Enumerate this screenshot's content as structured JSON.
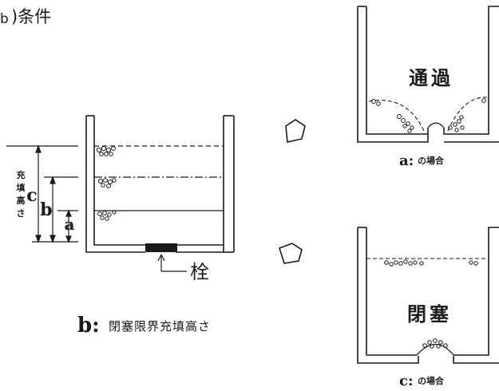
{
  "heading": ")条件",
  "heading_subscript": "b",
  "left_diagram": {
    "side_label_chars": [
      "充",
      "填",
      "高",
      "さ"
    ],
    "level_c": "c",
    "level_b": "b",
    "level_a": "a",
    "plug_label": "栓",
    "caption_letter": "b:",
    "caption_text": "閉塞限界充填高さ"
  },
  "top_right": {
    "label": "通過",
    "caption_letter": "a:",
    "caption_text": "の場合"
  },
  "bottom_right": {
    "label": "閉塞",
    "caption_letter": "c:",
    "caption_text": "の場合"
  }
}
